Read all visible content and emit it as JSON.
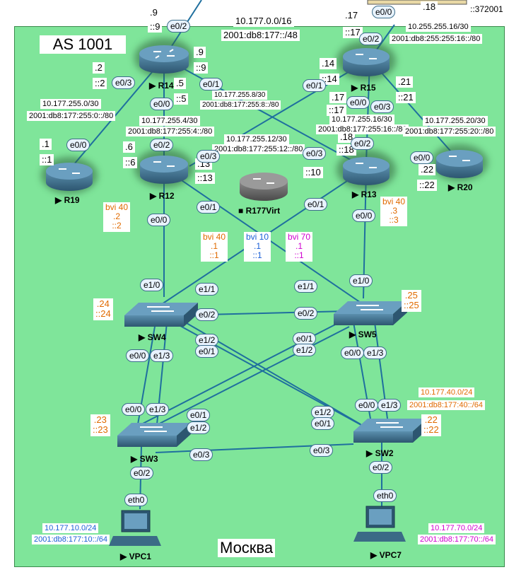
{
  "areas": {
    "as_label": "AS 1001",
    "city_label": "Москва"
  },
  "networks": {
    "core": [
      "10.177.0.0/16",
      "2001:db8:177::/48"
    ],
    "r14_r19": [
      "10.177.255.0/30",
      "2001:db8:177:255:0::/80"
    ],
    "r14_r12": [
      "10.177.255.4/30",
      "2001:db8:177:255:4::/80"
    ],
    "r14_r13": [
      "10.177.255.8/30",
      "2001:db8:177:255:8::/80"
    ],
    "r12_r15": [
      "10.177.255.12/30",
      "2001:db8:177:255:12::/80"
    ],
    "r15_r13": [
      "10.177.255.16/30",
      "2001:db8:177:255:16::/80"
    ],
    "r15_r20": [
      "10.177.255.20/30",
      "2001:db8:177:255:20::/80"
    ],
    "top_right": [
      "10.255.255.16/30",
      "2001:db8:255:255:16::/80"
    ],
    "vlan10": [
      "10.177.10.0/24",
      "2001:db8:177:10::/64"
    ],
    "vlan40": [
      "10.177.40.0/24",
      "2001:db8:177:40::/64"
    ],
    "vlan70": [
      "10.177.70.0/24",
      "2001:db8:177:70::/64"
    ]
  },
  "devices": {
    "r14": "R14",
    "r15": "R15",
    "r12": "R12",
    "r13": "R13",
    "r19": "R19",
    "r20": "R20",
    "r177": "R177Virt",
    "sw4": "SW4",
    "sw5": "SW5",
    "sw3": "SW3",
    "sw2": "SW2",
    "vpc1": "VPC1",
    "vpc7": "VPC7"
  },
  "addresses": {
    "r14_top": [
      ".9",
      "::9"
    ],
    "r14_left": [
      ".2",
      "::2"
    ],
    "r14_right": [
      ".9",
      "::9"
    ],
    "r14_e00": [
      ".5",
      "::5"
    ],
    "r19": [
      ".1",
      "::1"
    ],
    "r12_top": [
      ".6",
      "::6"
    ],
    "r12_right": [
      ".13",
      "::13"
    ],
    "r15_top": [
      ".17",
      "::17"
    ],
    "r15_left": [
      ".14",
      "::14"
    ],
    "r15_right": [
      ".21",
      "::21"
    ],
    "r15_bottom": [
      ".17",
      "::17"
    ],
    "r13_top": [
      ".18",
      "::18"
    ],
    "r13_left": [
      "::10"
    ],
    "r20": [
      ".22",
      "::22"
    ],
    "top_right_ip": [
      ".18",
      "::37",
      "2001"
    ],
    "bvi40_left": [
      "bvi 40",
      ".2",
      "::2"
    ],
    "bvi40_right": [
      "bvi 40",
      ".3",
      "::3"
    ],
    "bvi40_center": [
      "bvi 40",
      ".1",
      "::1"
    ],
    "bvi10": [
      "bvi 10",
      ".1",
      "::1"
    ],
    "bvi70": [
      "bvi 70",
      ".1",
      "::1"
    ],
    "sw4": [
      ".24",
      "::24"
    ],
    "sw5": [
      ".25",
      "::25"
    ],
    "sw3": [
      ".23",
      "::23"
    ],
    "sw2": [
      ".22",
      "::22"
    ]
  },
  "interfaces": [
    "e0/2",
    "e0/3",
    "e0/0",
    "e0/1",
    "e1/0",
    "e1/1",
    "e1/2",
    "e1/3",
    "eth0"
  ],
  "colors": {
    "zone": "#7fe59a",
    "router": "#3b6b86",
    "orange": "#e06a00",
    "blue": "#1a5fd6",
    "magenta": "#d000d0"
  }
}
